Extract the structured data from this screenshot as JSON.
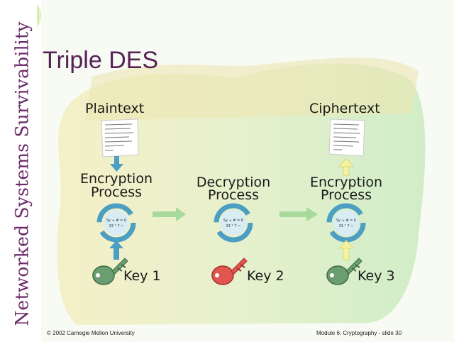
{
  "slide": {
    "title": "Triple DES",
    "sidebar_text": "Networked Systems Survivability",
    "footer_left": "© 2002 Carnegie Mellon University",
    "footer_right": "Module 6:  Cryptography - slide 30"
  },
  "diagram": {
    "plaintext_label": "Plaintext",
    "ciphertext_label": "Ciphertext",
    "stages": [
      {
        "line1": "Encryption",
        "line2": "Process",
        "key": "Key 1",
        "key_color": "#6a9e72"
      },
      {
        "line1": "Decryption",
        "line2": "Process",
        "key": "Key 2",
        "key_color": "#e0554e"
      },
      {
        "line1": "Encryption",
        "line2": "Process",
        "key": "Key 3",
        "key_color": "#6a9e72"
      }
    ]
  },
  "colors": {
    "title": "#552255",
    "sidebar": "#6b2a68",
    "cycle_blue": "#4c9fc2",
    "arrow_green": "#a6d99a",
    "arrow_yellow": "#f3f3a0"
  }
}
